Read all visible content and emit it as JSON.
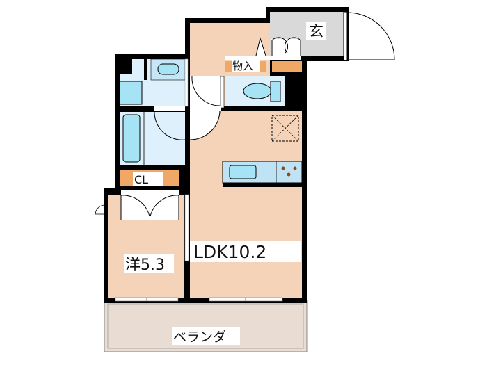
{
  "floorplan": {
    "rooms": {
      "genkan": "玄",
      "storage": "物入",
      "closet": "CL",
      "western_room": "洋5.3",
      "ldk": "LDK10.2",
      "veranda": "ベランダ"
    },
    "colors": {
      "room_floor": "#f4d3b8",
      "wet_area": "#ddf0fb",
      "fixture": "#a6e3f4",
      "storage": "#f0a866",
      "genkan": "#d9d9d9",
      "veranda": "#e9dcd3",
      "wall": "#000000"
    }
  }
}
